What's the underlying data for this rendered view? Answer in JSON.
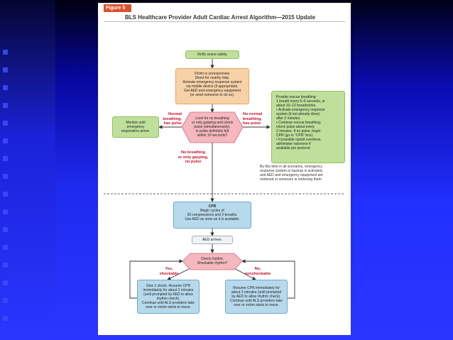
{
  "figure": {
    "tag": "Figure 5",
    "title": "BLS Healthcare Provider Adult Cardiac Arrest Algorithm—2015 Update"
  },
  "nodes": {
    "scene": "Verify scene safety.",
    "victim": [
      "Victim is unresponsive.",
      "Shout for nearby help.",
      "Activate emergency response system",
      "via mobile device (if appropriate).",
      "Get AED and emergency equipment",
      "(or send someone to do so)."
    ],
    "check": [
      "Look for no breathing",
      "or only gasping and check",
      "pulse (simultaneously).",
      "Is pulse definitely felt",
      "within 10 seconds?"
    ],
    "monitor": [
      "Monitor until",
      "emergency",
      "responders arrive."
    ],
    "rescue": [
      "Provide rescue breathing:",
      "1 breath every 5–6 seconds, or",
      "about 10–12 breaths/min.",
      "• Activate emergency response",
      "  system (if not already done)",
      "  after 2 minutes.",
      "• Continue rescue breathing;",
      "  check pulse about every",
      "  2 minutes. If no pulse, begin",
      "  CPR (go to “CPR” box).",
      "• If possible opioid overdose,",
      "  administer naloxone if",
      "  available per protocol."
    ],
    "cpr": [
      "CPR",
      "Begin cycles of",
      "30 compressions and 2 breaths.",
      "Use AED as soon as it is available."
    ],
    "aed": "AED arrives.",
    "rhythm": [
      "Check rhythm.",
      "Shockable rhythm?"
    ],
    "shock": [
      "Give 1 shock. Resume CPR",
      "immediately for about 2 minutes",
      "(until prompted by AED to allow",
      "rhythm check).",
      "Continue until ALS providers take",
      "over or victim starts to move."
    ],
    "noshock": [
      "Resume CPR immediately for",
      "about 2 minutes (until prompted",
      "by AED to allow rhythm check).",
      "Continue until ALS providers take",
      "over or victim starts to move."
    ]
  },
  "labels": {
    "normal_breathing": [
      "Normal",
      "breathing,",
      "has pulse"
    ],
    "no_normal_breathing": [
      "No normal",
      "breathing,",
      "has pulse"
    ],
    "no_breathing": [
      "No breathing",
      "or only gasping,",
      "no pulse"
    ],
    "yes_shockable": [
      "Yes,",
      "shockable"
    ],
    "no_nonshockable": [
      "No,",
      "nonshockable"
    ]
  },
  "note": [
    "By this time in all scenarios, emergency",
    "response system or backup is activated,",
    "and AED and emergency equipment are",
    "retrieved or someone is retrieving them."
  ],
  "colors": {
    "background": "#1a24e0",
    "green": "#bfe09a",
    "orange": "#f7d2a8",
    "blue": "#b7d9ec",
    "pink": "#f4b8be",
    "label_red": "#c8102e",
    "tag": "#d9532e"
  }
}
